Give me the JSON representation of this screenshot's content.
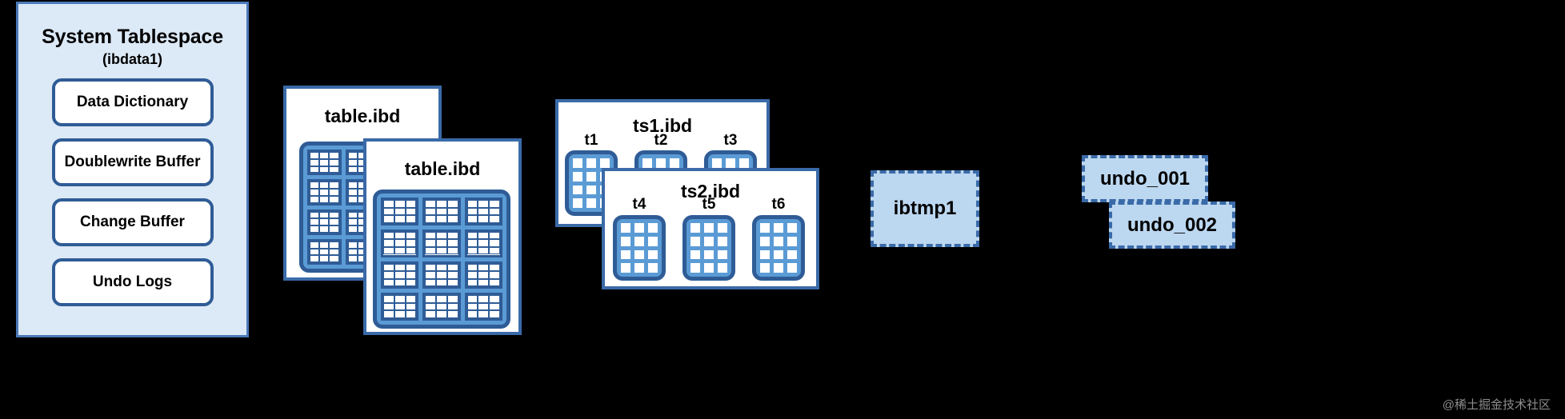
{
  "diagram": {
    "title_visible": false,
    "background_color": "#000000",
    "accent_border": "#3a6aa8",
    "panel_fill": "#dce9f7",
    "dashed_fill": "#bcd7f0",
    "grid_line_color": "#5b9bd5"
  },
  "system_tablespace": {
    "title": "System Tablespace",
    "subtitle": "(ibdata1)",
    "items": [
      {
        "label": "Data Dictionary"
      },
      {
        "label": "Doublewrite Buffer"
      },
      {
        "label": "Change Buffer"
      },
      {
        "label": "Undo Logs"
      }
    ]
  },
  "file_per_table": {
    "cards": [
      {
        "title": "table.ibd"
      },
      {
        "title": "table.ibd"
      }
    ]
  },
  "general_tablespaces": {
    "cards": [
      {
        "title": "ts1.ibd",
        "tables": [
          "t1",
          "t2",
          "t3"
        ]
      },
      {
        "title": "ts2.ibd",
        "tables": [
          "t4",
          "t5",
          "t6"
        ]
      }
    ]
  },
  "temporary_tablespace": {
    "label": "ibtmp1"
  },
  "undo_tablespaces": {
    "boxes": [
      {
        "label": "undo_001"
      },
      {
        "label": "undo_002"
      }
    ]
  },
  "watermark": {
    "text": "@稀土掘金技术社区"
  }
}
